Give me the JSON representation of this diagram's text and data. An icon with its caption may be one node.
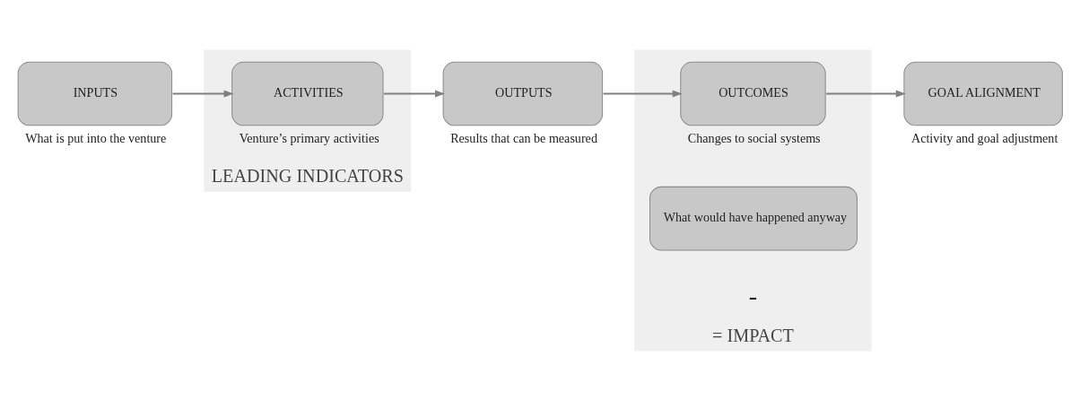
{
  "diagram": {
    "nodes": [
      {
        "text": [
          "LEADING INDICATORS"
        ]
      },
      {
        "text": [
          "INPUTS"
        ],
        "beside": [
          "What is put into the venture"
        ]
      },
      {
        "text": [
          "ACTIVITIES"
        ],
        "in": 0,
        "beside": [
          "Venture’s primary activities"
        ]
      },
      {
        "text": [
          "OUTPUTS"
        ],
        "beside": [
          "Results that can be measured"
        ]
      },
      {
        "text": [
          "= IMPACT"
        ]
      },
      {
        "text": [
          "OUTCOMES"
        ],
        "in": 4,
        "beside": [
          "Changes to social systems"
        ]
      },
      {
        "text": [
          "GOAL ALIGNMENT"
        ],
        "beside": [
          "Activity and goal adjustment"
        ]
      },
      {
        "text": [
          "What would have happened anyway"
        ],
        "in": 4
      }
    ],
    "edges": [
      {
        "from": 1,
        "to": 2,
        "arrow": "to"
      },
      {
        "from": 2,
        "to": 3,
        "arrow": "to"
      },
      {
        "from": 3,
        "to": 5,
        "arrow": "to"
      },
      {
        "from": 5,
        "to": 6,
        "arrow": "to"
      }
    ],
    "labels": [
      "-"
    ]
  }
}
